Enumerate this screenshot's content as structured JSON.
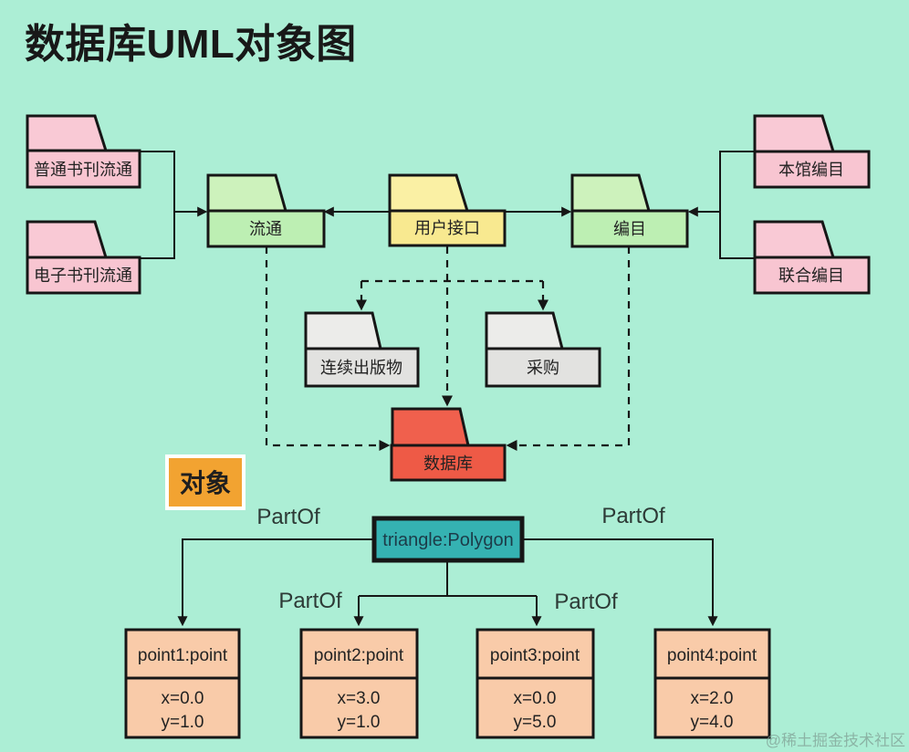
{
  "title": "数据库UML对象图",
  "watermark": "@稀土掘金技术社区",
  "colors": {
    "background": "#aceed5",
    "pink_tab": "#f9c9d5",
    "pink_body": "#f8c5d1",
    "green_tab": "#cdf2bc",
    "green_body": "#bdefb3",
    "yellow_tab": "#faf0a4",
    "yellow_body": "#f8e990",
    "gray_tab": "#ececea",
    "gray_body": "#e2e2e0",
    "red_tab": "#f0604d",
    "red_body": "#ee5a46",
    "orange": "#f2a331",
    "teal": "#35b2b2",
    "peach": "#f9cba9",
    "line": "#161616"
  },
  "packages": {
    "ordinary_circulation": {
      "label": "普通书刊流通"
    },
    "electronic_circulation": {
      "label": "电子书刊流通"
    },
    "circulation": {
      "label": "流通"
    },
    "user_interface": {
      "label": "用户接口"
    },
    "cataloging": {
      "label": "编目"
    },
    "local_cataloging": {
      "label": "本馆编目"
    },
    "union_cataloging": {
      "label": "联合编目"
    },
    "serials": {
      "label": "连续出版物"
    },
    "acquisition": {
      "label": "采购"
    },
    "database": {
      "label": "数据库"
    }
  },
  "legend": {
    "object_label": "对象"
  },
  "polygon": {
    "label": "triangle:Polygon"
  },
  "points": [
    {
      "name": "point1:point",
      "attrs": [
        "x=0.0",
        "y=1.0"
      ]
    },
    {
      "name": "point2:point",
      "attrs": [
        "x=3.0",
        "y=1.0"
      ]
    },
    {
      "name": "point3:point",
      "attrs": [
        "x=0.0",
        "y=5.0"
      ]
    },
    {
      "name": "point4:point",
      "attrs": [
        "x=2.0",
        "y=4.0"
      ]
    }
  ],
  "part_of_labels": [
    "PartOf",
    "PartOf",
    "PartOf",
    "PartOf"
  ]
}
